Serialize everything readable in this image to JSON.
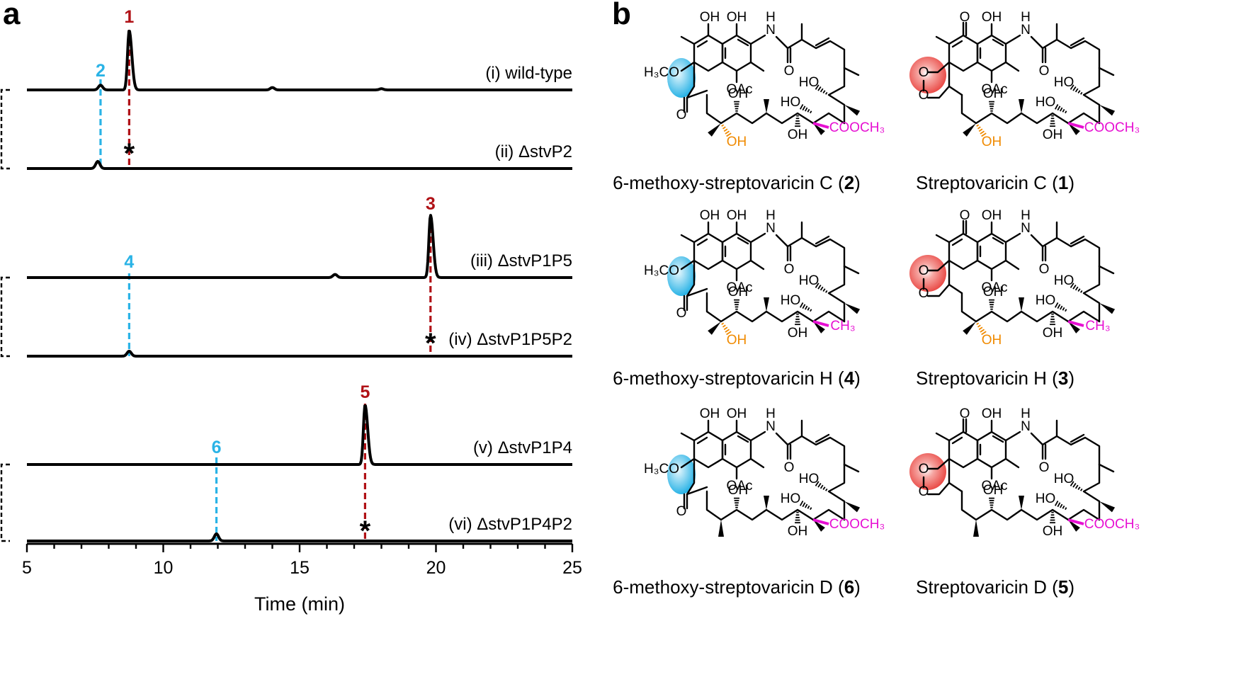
{
  "panel_a": {
    "letter": "a",
    "xaxis": {
      "title": "Time (min)",
      "ticks": [
        "5",
        "10",
        "15",
        "20",
        "25"
      ],
      "range": [
        5,
        25
      ]
    },
    "traces": [
      {
        "label": "(i) wild-type",
        "peaks": [
          {
            "t": 7.7,
            "h": 0.08
          },
          {
            "t": 8.75,
            "h": 1.0
          },
          {
            "t": 14.0,
            "h": 0.04
          },
          {
            "t": 18.0,
            "h": 0.02
          }
        ]
      },
      {
        "label": "(ii) ΔstvP2",
        "peaks": [
          {
            "t": 7.6,
            "h": 0.12
          }
        ]
      },
      {
        "label": "(iii) ΔstvP1P5",
        "peaks": [
          {
            "t": 16.3,
            "h": 0.05
          },
          {
            "t": 19.8,
            "h": 1.0
          }
        ]
      },
      {
        "label": "(iv) ΔstvP1P5P2",
        "peaks": [
          {
            "t": 8.75,
            "h": 0.08
          }
        ]
      },
      {
        "label": "(v) ΔstvP1P4",
        "peaks": [
          {
            "t": 17.4,
            "h": 1.0
          }
        ]
      },
      {
        "label": "(vi) ΔstvP1P4P2",
        "peaks": [
          {
            "t": 11.95,
            "h": 0.12
          }
        ]
      }
    ],
    "markers": [
      {
        "num": "1",
        "t": 8.75,
        "color": "#b01116"
      },
      {
        "num": "2",
        "t": 7.7,
        "color": "#2ab3e6"
      },
      {
        "num": "3",
        "t": 19.8,
        "color": "#b01116"
      },
      {
        "num": "4",
        "t": 8.75,
        "color": "#2ab3e6"
      },
      {
        "num": "5",
        "t": 17.4,
        "color": "#b01116"
      },
      {
        "num": "6",
        "t": 11.95,
        "color": "#2ab3e6"
      }
    ],
    "asterisk": "*"
  },
  "panel_b": {
    "letter": "b",
    "compounds": [
      {
        "name": "6-methoxy-streptovaricin C",
        "num": "2"
      },
      {
        "name": "Streptovaricin C",
        "num": "1"
      },
      {
        "name": "6-methoxy-streptovaricin H",
        "num": "4"
      },
      {
        "name": "Streptovaricin H",
        "num": "3"
      },
      {
        "name": "6-methoxy-streptovaricin D",
        "num": "6"
      },
      {
        "name": "Streptovaricin D",
        "num": "5"
      }
    ],
    "atoms": {
      "oh": "OH",
      "nh": "H",
      "n": "N",
      "o": "O",
      "ho": "HO",
      "oac": "OAc",
      "h3co": "H₃CO",
      "cooch3": "COOCH₃",
      "ch3": "CH₃"
    },
    "colors": {
      "blue": "#2ab3e6",
      "red": "#e8413d",
      "orange": "#f08a00",
      "magenta": "#e60fd2"
    }
  }
}
